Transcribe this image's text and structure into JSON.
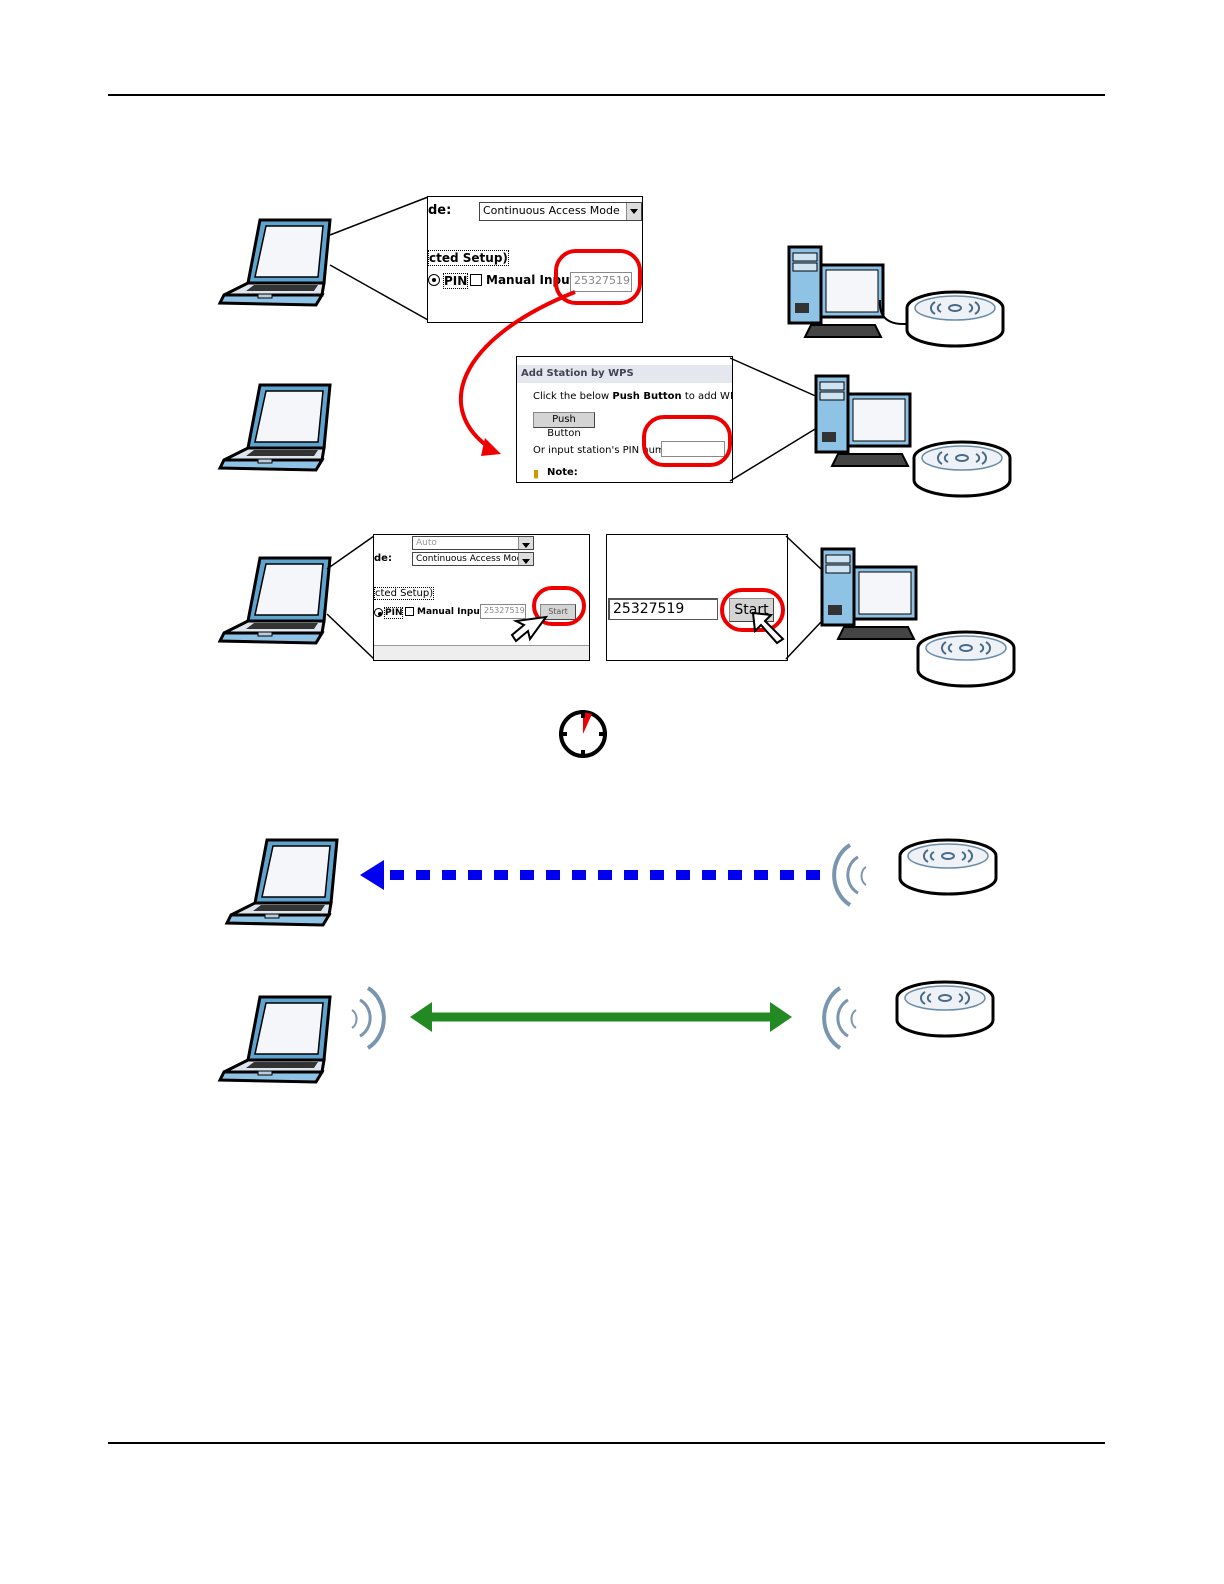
{
  "page": {
    "figure_description": "WPS PIN method: client PIN entered on AP, Start pressed on both, within time limit, secure wireless connection established"
  },
  "panel_client_pin": {
    "mode_label": "de:",
    "mode_select_value": "Continuous Access Mode",
    "section_label": "cted Setup)",
    "pin_radio_label": "PIN",
    "manual_input_label": "Manual Input",
    "pin_value": "25327519"
  },
  "panel_ap_wps": {
    "header": "Add Station by WPS",
    "instruction_prefix": "Click the below ",
    "instruction_bold": "Push Button",
    "instruction_suffix": " to add WPS station",
    "push_button_label": "Push Button",
    "pin_input_label": "Or input station's PIN number:",
    "pin_input_value": "",
    "note_label": "Note:"
  },
  "panel_client_start": {
    "auto_select_value": "Auto",
    "mode_label": "de:",
    "mode_select_value": "Continuous Access Mode",
    "section_label": "cted Setup)",
    "pin_radio_label": "PIN",
    "manual_input_label": "Manual Input",
    "pin_value": "25327519",
    "start_button_label": "Start"
  },
  "panel_ap_start": {
    "pin_value": "25327519",
    "start_button_label": "Start"
  },
  "colors": {
    "highlight_red": "#e00000",
    "discovery_arrow_blue": "#0000ee",
    "connection_arrow_green": "#238a23",
    "device_blue": "#8fc3e6"
  }
}
